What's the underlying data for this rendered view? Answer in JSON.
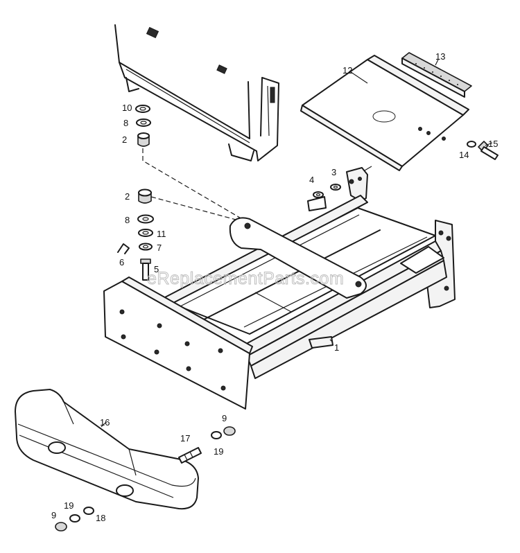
{
  "watermark": "eReplacementParts.com",
  "callouts": {
    "c1": "1",
    "c2a": "2",
    "c2b": "2",
    "c3": "3",
    "c4": "4",
    "c5": "5",
    "c6": "6",
    "c7": "7",
    "c8a": "8",
    "c8b": "8",
    "c9a": "9",
    "c9b": "9",
    "c10": "10",
    "c11": "11",
    "c12": "12",
    "c13": "13",
    "c14": "14",
    "c15": "15",
    "c16": "16",
    "c17": "17",
    "c18": "18",
    "c19a": "19",
    "c19b": "19"
  }
}
